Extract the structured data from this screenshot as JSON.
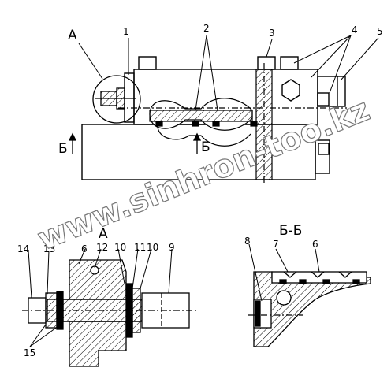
{
  "main_view": {
    "view_label": "А",
    "callouts": [
      "1",
      "2",
      "3",
      "4",
      "5"
    ],
    "section_mark_left": "Б",
    "section_mark_right": "Б"
  },
  "detail_a": {
    "title": "А",
    "callouts": [
      "14",
      "13",
      "6",
      "12",
      "10",
      "11",
      "10",
      "9",
      "15"
    ]
  },
  "section_bb": {
    "title": "Б-Б",
    "callouts": [
      "8",
      "7",
      "6"
    ]
  },
  "watermark": "www.sinhron-too.kz"
}
